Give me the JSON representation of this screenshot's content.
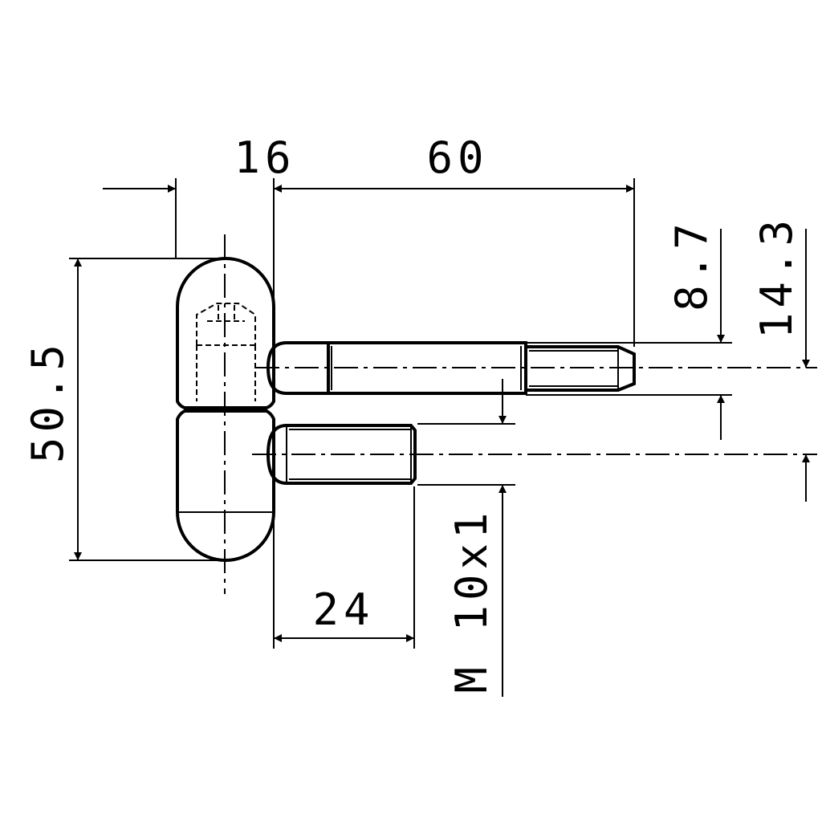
{
  "drawing": {
    "dimensions": {
      "width_barrel": "16",
      "pin_length": "60",
      "height_total": "50.5",
      "pin_diameter": "8.7",
      "pin_offset": "14.3",
      "thread_length": "24",
      "thread_spec": "M 10x1"
    },
    "colors": {
      "line": "#000000",
      "background": "#ffffff"
    }
  }
}
